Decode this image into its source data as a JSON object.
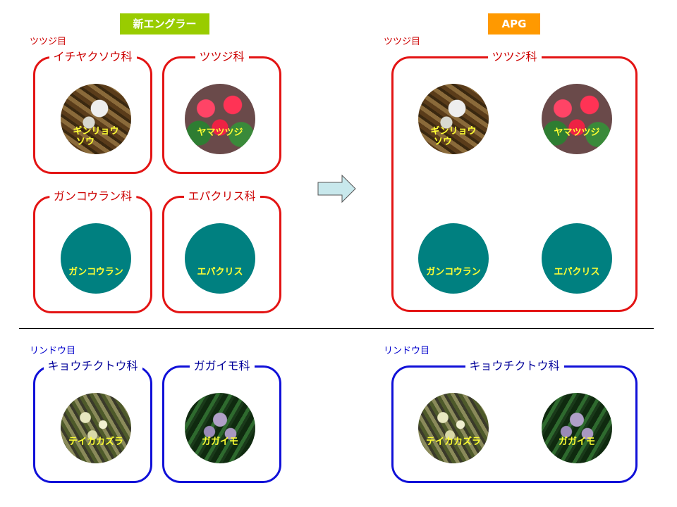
{
  "headers": {
    "left": "新エングラー",
    "right": "APG"
  },
  "left": {
    "tsutsuji_order": "ツツジ目",
    "rindou_order": "リンドウ目",
    "families": {
      "ichiyakusou": "イチヤクソウ科",
      "tsutsuji": "ツツジ科",
      "gankouran": "ガンコウラン科",
      "epakurisu": "エパクリス科",
      "kyouchikutou": "キョウチクトウ科",
      "gagaimo": "ガガイモ科"
    }
  },
  "right": {
    "tsutsuji_order": "ツツジ目",
    "rindou_order": "リンドウ目",
    "families": {
      "tsutsuji": "ツツジ科",
      "kyouchikutou": "キョウチクトウ科"
    }
  },
  "plants": {
    "ginryousou_line1": "ギンリョウ",
    "ginryousou_line2": "ソウ",
    "yamatsutsuji": "ヤマツツジ",
    "gankouran": "ガンコウラン",
    "epakurisu": "エパクリス",
    "teikakazura": "テイカカズラ",
    "gagaimo": "ガガイモ"
  },
  "colors": {
    "red_border": "#e31414",
    "blue_border": "#1010d8",
    "teal": "#008080",
    "label_yellow": "#ffff33",
    "header_green": "#99cc00",
    "header_orange": "#ff9900"
  }
}
